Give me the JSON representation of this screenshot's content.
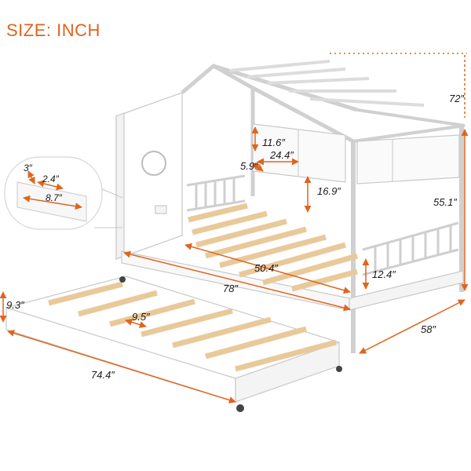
{
  "title": "SIZE: INCH",
  "colors": {
    "accent": "#e0641e",
    "wood": "#e9c99a",
    "frame": "#ffffff",
    "outline": "#c9c9c9"
  },
  "dimensions": {
    "overall_height": "72″",
    "side_height": "55.1″",
    "depth": "58″",
    "length": "78″",
    "inner_length": "50.4″",
    "shelf_height": "11.6″",
    "shelf_width": "24.4″",
    "shelf_depth": "5.9″",
    "headboard_rail": "16.9″",
    "footboard_rail": "12.4″",
    "trundle_height": "9.3″",
    "trundle_length": "74.4″",
    "slat_gap": "9.5″",
    "detail_a": "3″",
    "detail_b": "2.4″",
    "detail_c": "8.7″"
  }
}
